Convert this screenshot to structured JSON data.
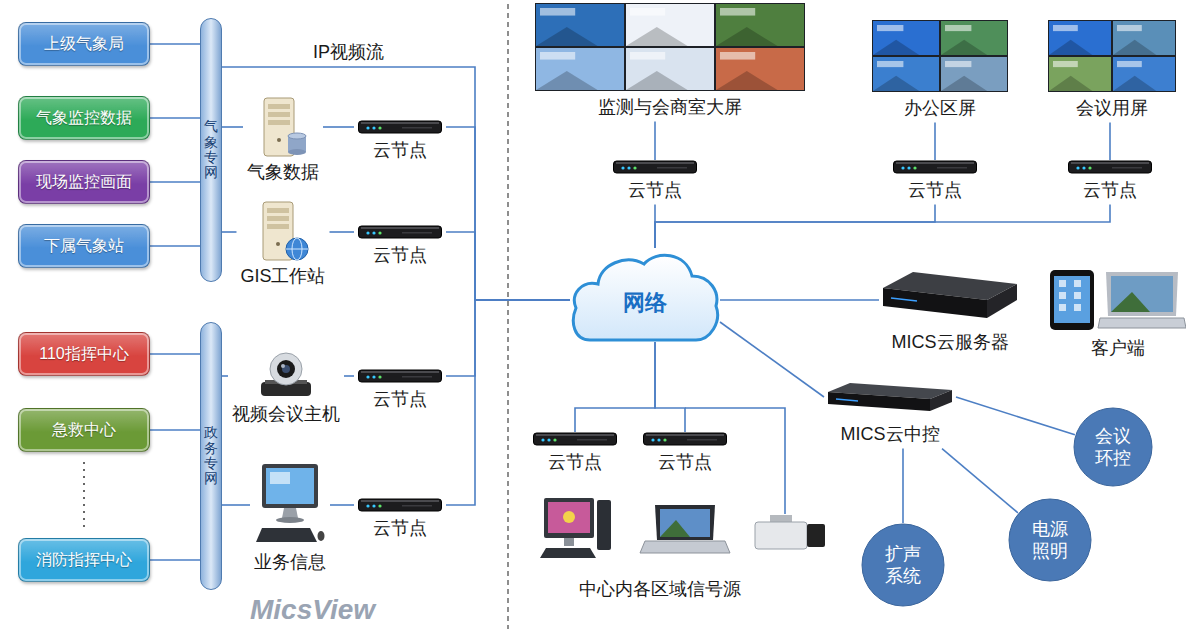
{
  "diagram": {
    "nodes": [
      {
        "text": [
          "上级气象局"
        ]
      },
      {
        "text": [
          "气象监控数据"
        ]
      },
      {
        "text": [
          "现场监控画面"
        ]
      },
      {
        "text": [
          "下属气象站"
        ]
      },
      {
        "text": [
          "气象专网"
        ]
      },
      {
        "text": [
          "气象数据"
        ]
      },
      {
        "text": [
          "云节点"
        ]
      },
      {
        "text": [
          "GIS工作站"
        ]
      },
      {
        "text": [
          "云节点"
        ]
      },
      {
        "text": [
          "110指挥中心"
        ]
      },
      {
        "text": [
          "急救中心"
        ]
      },
      {
        "text": [
          "消防指挥中心"
        ]
      },
      {
        "text": [
          "政务专网"
        ]
      },
      {
        "text": [
          "视频会议主机"
        ]
      },
      {
        "text": [
          "云节点"
        ]
      },
      {
        "text": [
          "业务信息"
        ]
      },
      {
        "text": [
          "云节点"
        ]
      },
      {
        "text": [
          "监测与会商室大屏"
        ]
      },
      {
        "text": [
          "办公区屏"
        ]
      },
      {
        "text": [
          "会议用屏"
        ]
      },
      {
        "text": [
          "云节点"
        ]
      },
      {
        "text": [
          "云节点"
        ]
      },
      {
        "text": [
          "云节点"
        ]
      },
      {
        "text": [
          "网络"
        ]
      },
      {
        "text": [
          "MICS云服务器"
        ]
      },
      {
        "text": [
          "客户端"
        ]
      },
      {
        "text": [
          "MICS云中控"
        ]
      },
      {
        "text": [
          "会议环控"
        ]
      },
      {
        "text": [
          "云节点"
        ]
      },
      {
        "text": [
          "云节点"
        ]
      },
      {
        "text": [
          "扩声系统"
        ]
      },
      {
        "text": [
          "电源照明"
        ]
      }
    ],
    "edges": [
      {
        "from": 0,
        "to": 4,
        "arrow": "none"
      },
      {
        "from": 1,
        "to": 4,
        "arrow": "none"
      },
      {
        "from": 2,
        "to": 4,
        "arrow": "none"
      },
      {
        "from": 3,
        "to": 4,
        "arrow": "none"
      },
      {
        "from": 4,
        "to": 23,
        "label": "IP视频流",
        "arrow": "none"
      },
      {
        "from": 4,
        "to": 5,
        "arrow": "none"
      },
      {
        "from": 5,
        "to": 6,
        "arrow": "none"
      },
      {
        "from": 6,
        "to": 23,
        "arrow": "none"
      },
      {
        "from": 4,
        "to": 7,
        "arrow": "none"
      },
      {
        "from": 7,
        "to": 8,
        "arrow": "none"
      },
      {
        "from": 8,
        "to": 23,
        "arrow": "none"
      },
      {
        "from": 9,
        "to": 12,
        "arrow": "none"
      },
      {
        "from": 10,
        "to": 12,
        "arrow": "none"
      },
      {
        "from": 11,
        "to": 12,
        "arrow": "none"
      },
      {
        "from": 12,
        "to": 13,
        "arrow": "none"
      },
      {
        "from": 13,
        "to": 14,
        "arrow": "none"
      },
      {
        "from": 14,
        "to": 23,
        "arrow": "none"
      },
      {
        "from": 12,
        "to": 15,
        "arrow": "none"
      },
      {
        "from": 15,
        "to": 16,
        "arrow": "none"
      },
      {
        "from": 16,
        "to": 23,
        "arrow": "none"
      },
      {
        "from": 17,
        "to": 20,
        "arrow": "none"
      },
      {
        "from": 18,
        "to": 21,
        "arrow": "none"
      },
      {
        "from": 19,
        "to": 22,
        "arrow": "none"
      },
      {
        "from": 20,
        "to": 23,
        "arrow": "none"
      },
      {
        "from": 21,
        "to": 23,
        "arrow": "none"
      },
      {
        "from": 22,
        "to": 23,
        "arrow": "none"
      },
      {
        "from": 23,
        "to": 24,
        "arrow": "none"
      },
      {
        "from": 23,
        "to": 26,
        "arrow": "none"
      },
      {
        "from": 26,
        "to": 27,
        "arrow": "none"
      },
      {
        "from": 26,
        "to": 30,
        "arrow": "none"
      },
      {
        "from": 26,
        "to": 31,
        "arrow": "none"
      },
      {
        "from": 23,
        "to": 28,
        "arrow": "none"
      },
      {
        "from": 23,
        "to": 29,
        "arrow": "none"
      }
    ],
    "labels": [
      "中心内各区域信号源",
      "MicsView"
    ]
  }
}
